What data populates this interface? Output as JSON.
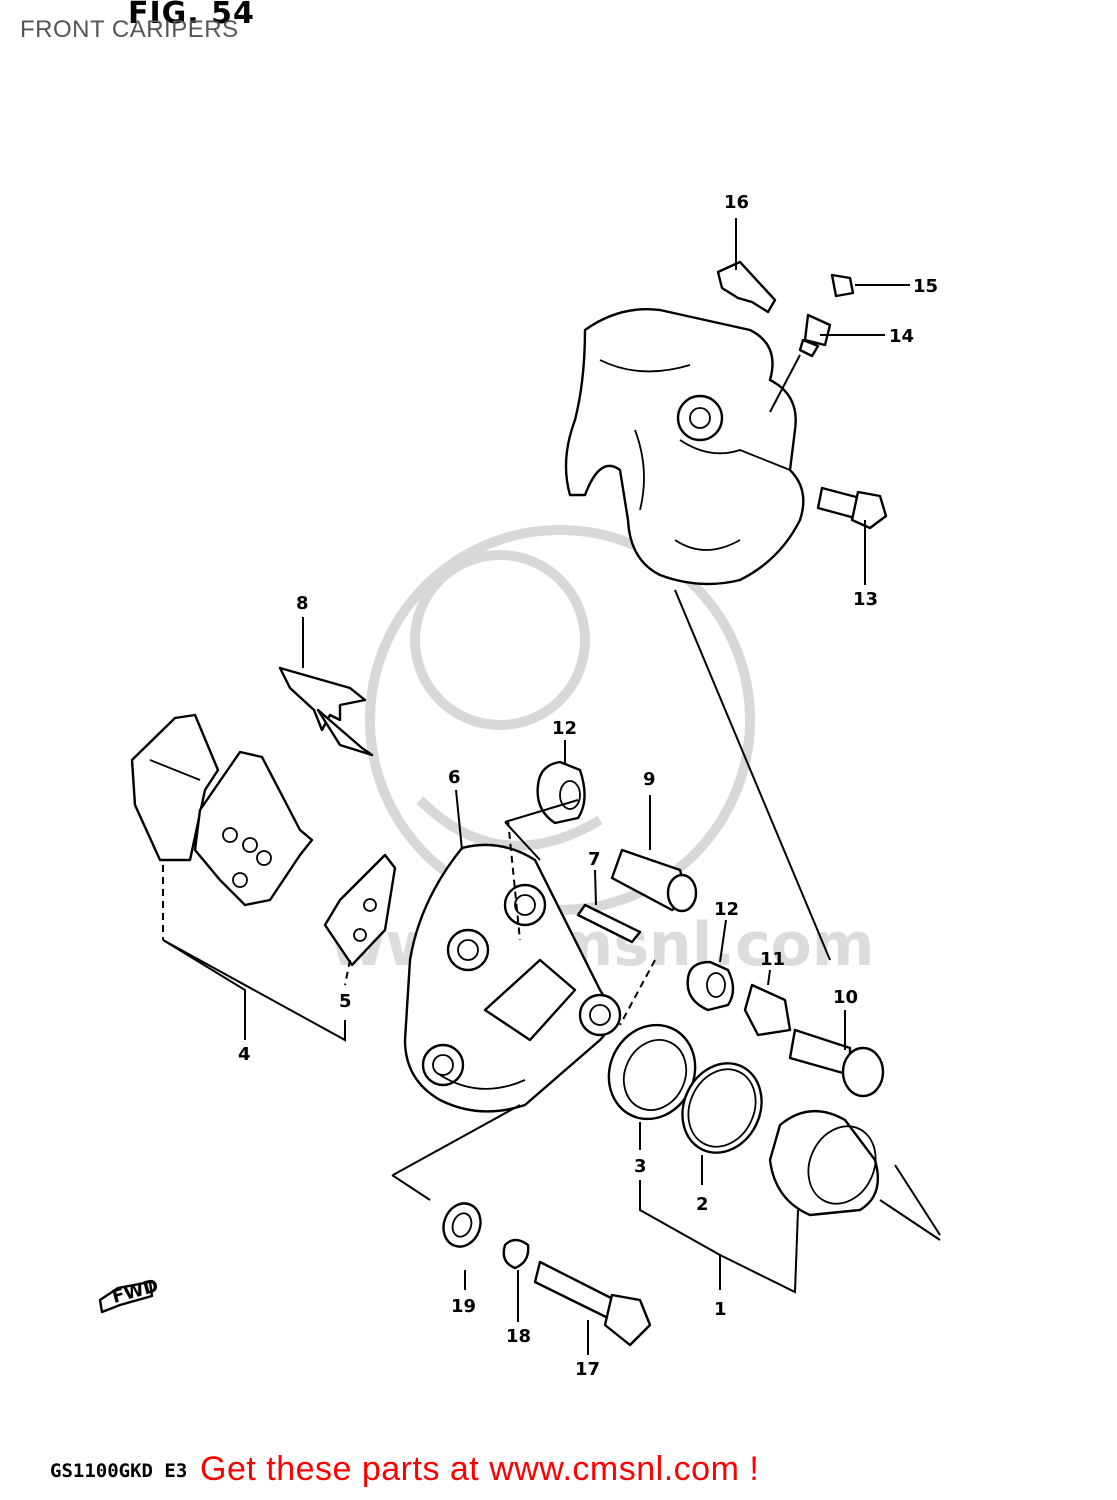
{
  "figure": {
    "title": "FIG. 54",
    "subtitle": "FRONT CARIPERS",
    "model_code": "GS1100GKD E3",
    "call_to_action": "Get these parts at www.cmsnl.com !",
    "watermark_text": "www.cmsnl.com"
  },
  "callouts": [
    "1",
    "2",
    "3",
    "4",
    "5",
    "6",
    "7",
    "8",
    "9",
    "10",
    "11",
    "12",
    "12",
    "13",
    "14",
    "15",
    "16",
    "17",
    "18",
    "19"
  ],
  "direction_marker": "FWD",
  "colors": {
    "line": "#000000",
    "watermark": "#d8d8d8",
    "call_to_action": "#ff0000"
  }
}
